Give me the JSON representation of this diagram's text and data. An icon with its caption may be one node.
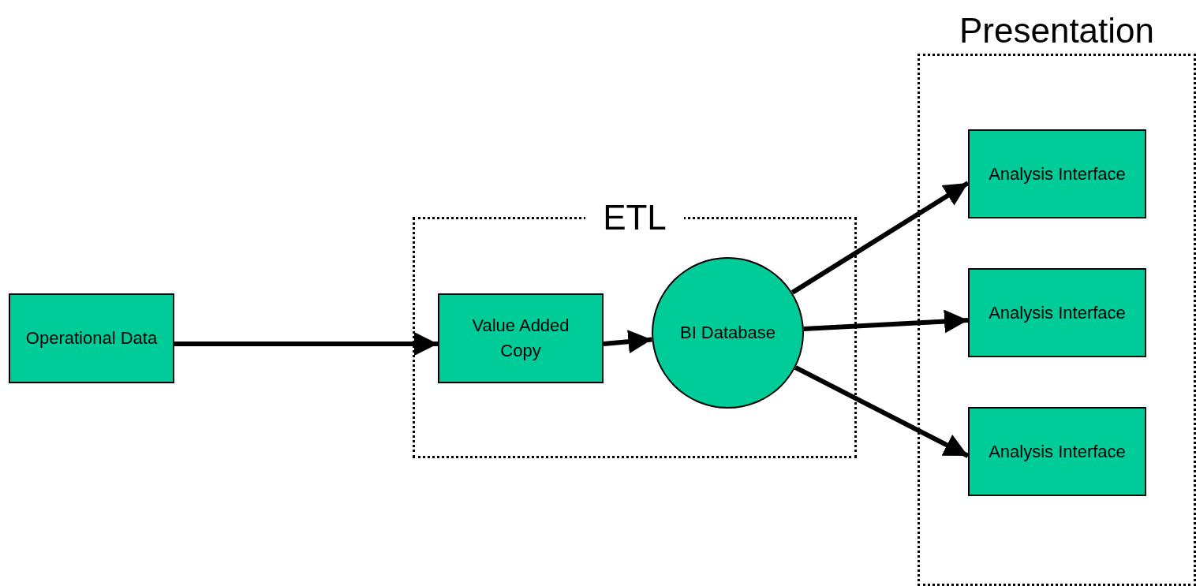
{
  "diagram": {
    "nodes": [
      {
        "text": [
          "ETL"
        ]
      },
      {
        "text": [
          "Operational Data"
        ]
      },
      {
        "text": [
          "Value Added Copy"
        ],
        "in": 0
      },
      {
        "text": [
          "BI Database"
        ],
        "in": 0
      },
      {
        "text": [
          "Presentation"
        ]
      },
      {
        "text": [
          "Analysis Interface"
        ],
        "in": 4
      },
      {
        "text": [
          "Analysis Interface"
        ],
        "in": 4
      },
      {
        "text": [
          "Analysis Interface"
        ],
        "in": 4
      }
    ],
    "edges": [
      {
        "from": 1,
        "to": 2,
        "arrow": "to"
      },
      {
        "from": 2,
        "to": 3,
        "arrow": "to"
      },
      {
        "from": 3,
        "to": 5,
        "arrow": "to"
      },
      {
        "from": 3,
        "to": 6,
        "arrow": "to"
      },
      {
        "from": 3,
        "to": 7,
        "arrow": "to"
      }
    ]
  }
}
